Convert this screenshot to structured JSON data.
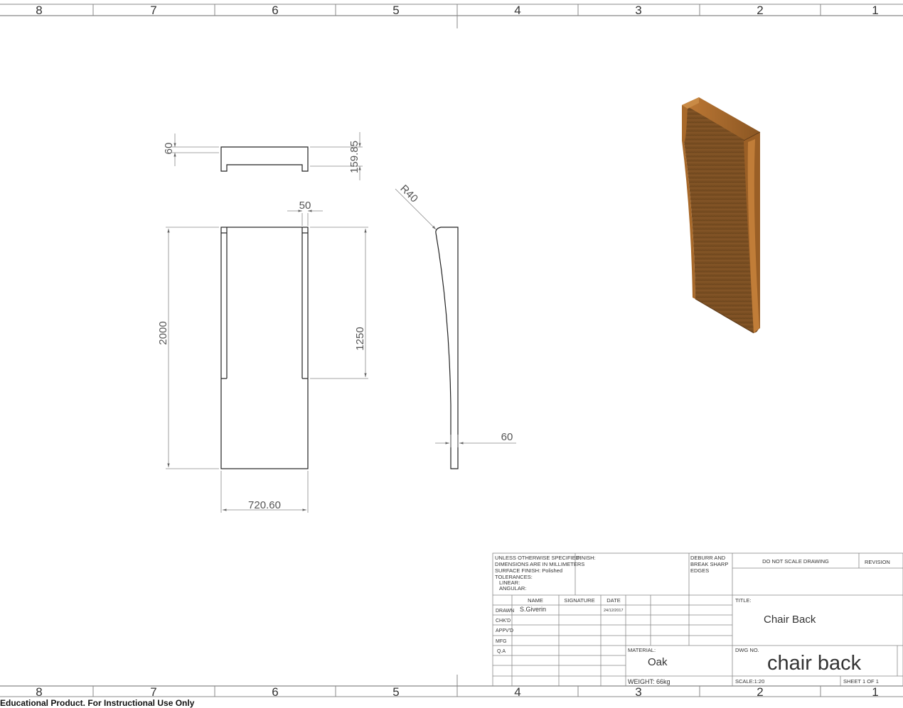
{
  "border": {
    "top_zones": [
      "8",
      "7",
      "6",
      "5",
      "4",
      "3",
      "2",
      "1"
    ],
    "bottom_zones": [
      "8",
      "7",
      "6",
      "5",
      "4",
      "3",
      "2",
      "1"
    ]
  },
  "dimensions": {
    "top_thickness": "60",
    "top_depth": "159.85",
    "rail_width": "50",
    "overall_height": "2000",
    "rail_length": "1250",
    "overall_width": "720.60",
    "side_radius": "R40",
    "side_thickness": "60"
  },
  "title_block": {
    "general_notes": [
      "UNLESS OTHERWISE SPECIFIED:",
      "DIMENSIONS ARE IN MILLIMETERS",
      "SURFACE FINISH: Polished",
      "TOLERANCES:",
      "LINEAR:",
      "ANGULAR:"
    ],
    "finish_label": "FINISH:",
    "deburr_lines": [
      "DEBURR AND",
      "BREAK SHARP",
      "EDGES"
    ],
    "do_not_scale": "DO NOT SCALE DRAWING",
    "revision_label": "REVISION",
    "col_name": "NAME",
    "col_signature": "SIGNATURE",
    "col_date": "DATE",
    "rows": [
      "DRAWN",
      "CHK'D",
      "APPV'D",
      "MFG",
      "Q.A"
    ],
    "drawn_name": "S.Giverin",
    "drawn_date": "24/12/2017",
    "title_label": "TITLE:",
    "title": "Chair Back",
    "material_label": "MATERIAL:",
    "material": "Oak",
    "dwg_no_label": "DWG NO.",
    "dwg_no": "chair back",
    "weight": "WEIGHT: 66kg",
    "scale": "SCALE:1:20",
    "sheet": "SHEET 1 OF 1"
  },
  "footer_text": "Educational Product. For Instructional Use Only",
  "colors": {
    "wood_front": "#7a4e22",
    "wood_edge": "#a8692a",
    "wood_dark": "#5a3818"
  }
}
